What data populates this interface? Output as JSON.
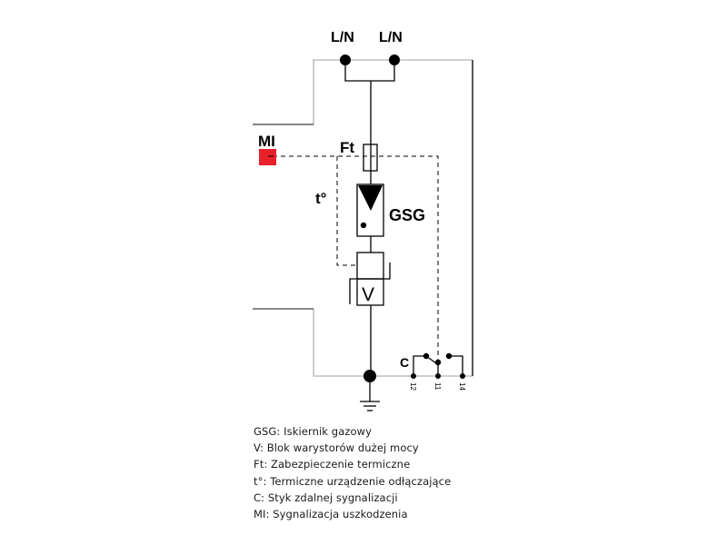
{
  "diagram": {
    "terminals": {
      "left": "L/N",
      "right": "L/N"
    },
    "labels": {
      "mi": "MI",
      "ft": "Ft",
      "temp": "t°",
      "gsg": "GSG",
      "varistor": "V",
      "contact": "C"
    },
    "pins": [
      "12",
      "11",
      "14"
    ],
    "colors": {
      "line": "#000000",
      "housing": "#b4b4b4",
      "indicator": "#e8202a"
    }
  },
  "legend": [
    "GSG: Iskiernik gazowy",
    "V: Blok warystorów dużej mocy",
    "Ft: Zabezpieczenie termiczne",
    "t°: Termiczne urządzenie odłączające",
    "C: Styk zdalnej sygnalizacji",
    "MI: Sygnalizacja uszkodzenia"
  ]
}
